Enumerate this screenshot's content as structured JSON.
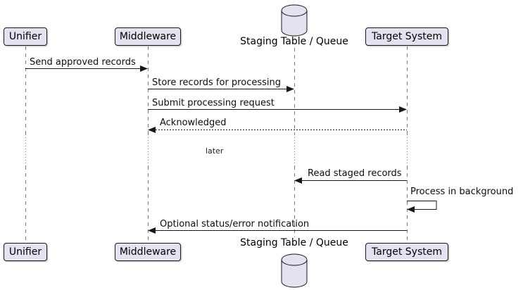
{
  "diagram": {
    "type": "sequence-diagram",
    "colors": {
      "participant_fill": "#E2E2F0",
      "participant_border": "#181818",
      "lifeline": "#7a7a7a",
      "arrow": "#181818",
      "text": "#000000"
    }
  },
  "participants": [
    {
      "id": "unifier",
      "label": "Unifier",
      "kind": "box"
    },
    {
      "id": "middleware",
      "label": "Middleware",
      "kind": "box"
    },
    {
      "id": "staging",
      "label": "Staging Table / Queue",
      "kind": "database"
    },
    {
      "id": "target",
      "label": "Target System",
      "kind": "box"
    }
  ],
  "messages": [
    {
      "from": "unifier",
      "to": "middleware",
      "label": "Send approved records",
      "line": "solid"
    },
    {
      "from": "middleware",
      "to": "staging",
      "label": "Store records for processing",
      "line": "solid"
    },
    {
      "from": "middleware",
      "to": "target",
      "label": "Submit processing request",
      "line": "solid"
    },
    {
      "from": "target",
      "to": "middleware",
      "label": "Acknowledged",
      "line": "dashed"
    },
    {
      "from": "target",
      "to": "staging",
      "label": "Read staged records",
      "line": "solid"
    },
    {
      "from": "target",
      "to": "target",
      "label": "Process in background",
      "line": "solid",
      "self": true
    },
    {
      "from": "target",
      "to": "middleware",
      "label": "Optional status/error notification",
      "line": "solid"
    }
  ],
  "delay": {
    "label": "later"
  }
}
